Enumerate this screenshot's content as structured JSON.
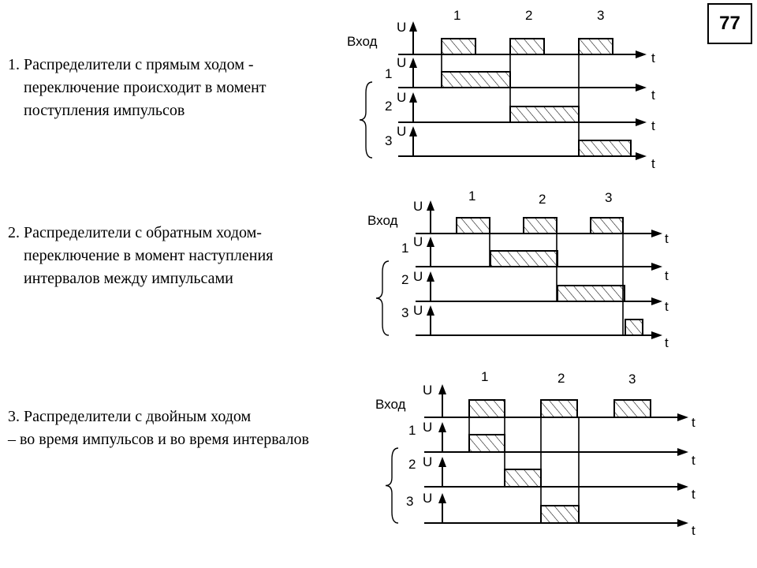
{
  "page_number": "77",
  "sections": [
    {
      "lines": [
        "1. Распределители с прямым ходом -",
        "переключение происходит в момент",
        "поступления импульсов"
      ]
    },
    {
      "lines": [
        "2. Распределители с обратным ходом-",
        "переключение в момент наступления",
        "интервалов между импульсами"
      ]
    },
    {
      "lines": [
        "3. Распределители с двойным ходом",
        "– во время импульсов и во время интервалов"
      ]
    }
  ],
  "diagram_labels": {
    "input": "Вход",
    "u": "U",
    "t": "t",
    "pulse_numbers": [
      "1",
      "2",
      "3"
    ],
    "output_numbers": [
      "1",
      "2",
      "3"
    ]
  },
  "colors": {
    "ink": "#000000",
    "background": "#ffffff"
  }
}
